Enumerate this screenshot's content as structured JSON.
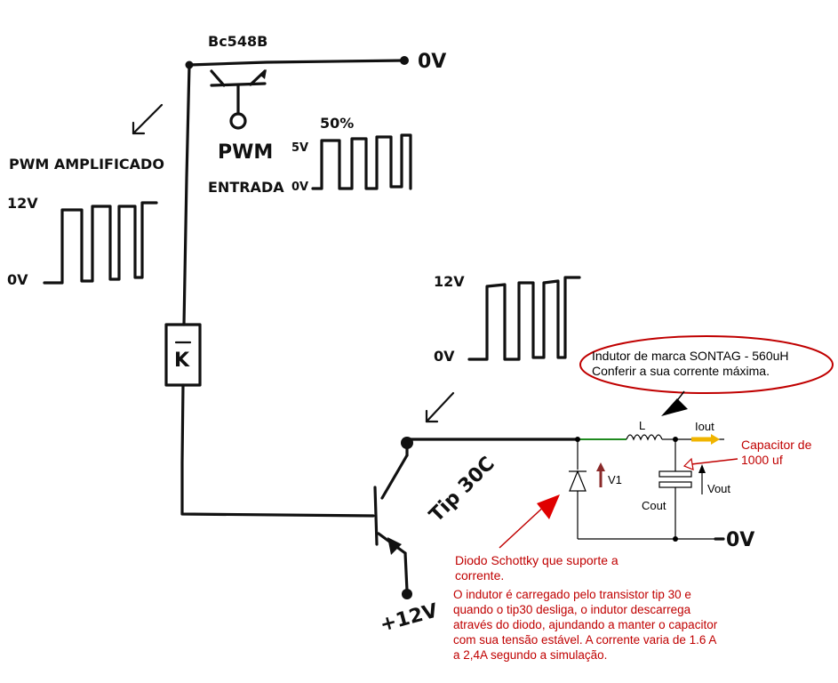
{
  "labels": {
    "transistor_top": "Bc548B",
    "zero_v_top": "0V",
    "pwm_input_line1": "PWM",
    "pwm_input_line2": "ENTRADA",
    "pwm_input_5v": "5V",
    "pwm_input_0v": "0V",
    "pwm_input_duty": "50%",
    "pwm_amplified": "PWM AMPLIFICADO",
    "amp_12v": "12V",
    "amp_0v": "0V",
    "out_12v": "12V",
    "out_0v": "0V",
    "ic_symbol": "K",
    "tip_label": "Tip 30C",
    "supply": "+12V",
    "zero_v_bottom": "0V"
  },
  "schematic": {
    "inductor": "L",
    "iout": "Iout",
    "v1": "V1",
    "cout": "Cout",
    "vout": "Vout"
  },
  "annotations": {
    "inductor_note": [
      "Indutor de marca SONTAG - 560uH",
      "Conferir a sua corrente máxima."
    ],
    "capacitor_note": [
      "Capacitor de",
      "1000 uf"
    ],
    "diode_note": [
      "Diodo Schottky que suporte a",
      "corrente."
    ],
    "explanation": [
      "O indutor é carregado pelo transistor tip 30 e",
      "quando o tip30 desliga, o indutor descarrega",
      "através do diodo, ajundando a manter o capacitor",
      "com sua tensão estável. A corrente varia de 1.6 A",
      "a 2,4A segundo a simulação."
    ]
  },
  "colors": {
    "ink": "#111111",
    "annotation": "#c00000",
    "ellipse": "#c00000",
    "green_wire": "#1f8a1f",
    "current_arrow": "#f0b400"
  }
}
